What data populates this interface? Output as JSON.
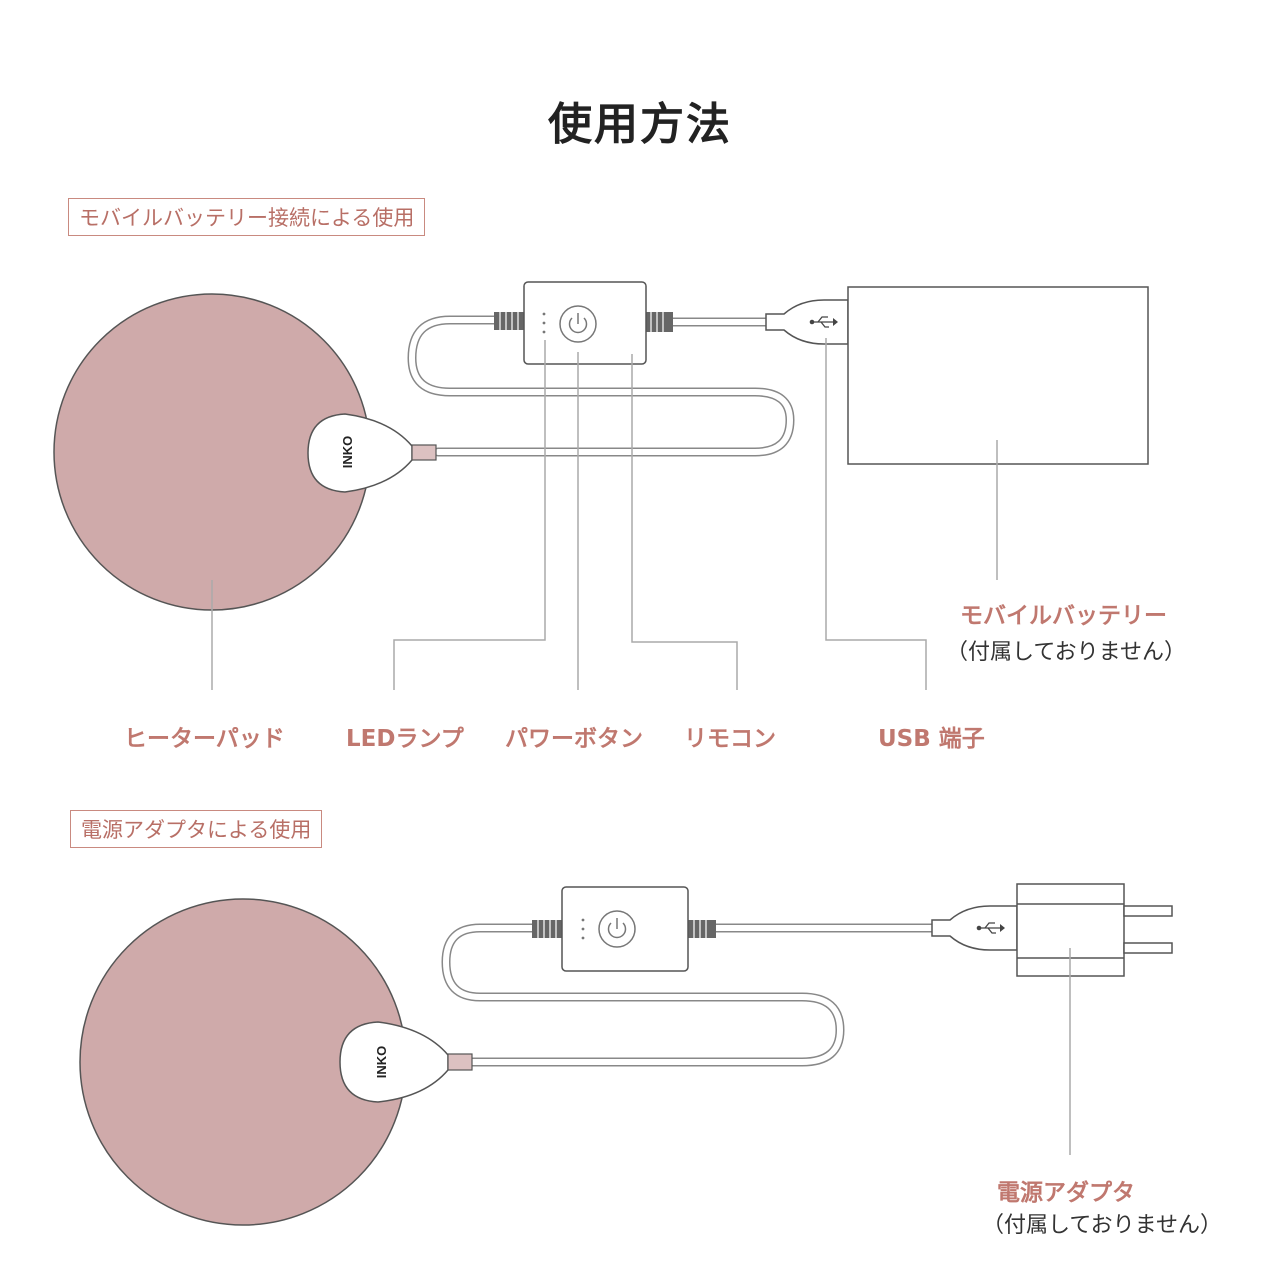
{
  "title": "使用方法",
  "colors": {
    "pad": "#cfaaaa",
    "accent": "#c0786f",
    "line": "#999999"
  },
  "section1": {
    "heading": "モバイルバッテリー接続による使用",
    "labels": {
      "heater_pad": "ヒーターパッド",
      "led_lamp": "LEDランプ",
      "power_button": "パワーボタン",
      "remote": "リモコン",
      "usb_port": "USB 端子",
      "battery": "モバイルバッテリー",
      "battery_note": "（付属しておりません）"
    },
    "brand": "INKO"
  },
  "section2": {
    "heading": "電源アダプタによる使用",
    "labels": {
      "adapter": "電源アダプタ",
      "adapter_note": "（付属しておりません）"
    },
    "brand": "INKO"
  }
}
